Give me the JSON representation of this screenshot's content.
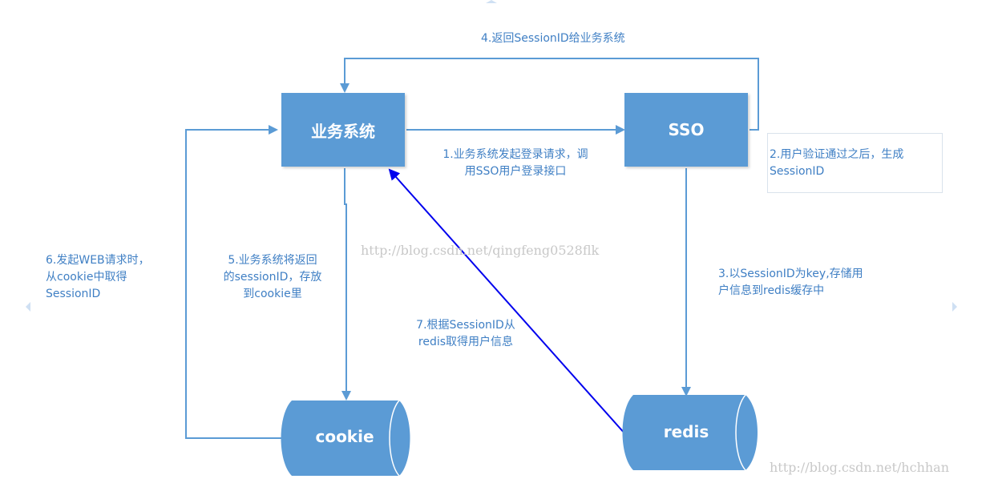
{
  "nodes": {
    "business": "业务系统",
    "sso": "SSO",
    "cookie": "cookie",
    "redis": "redis"
  },
  "steps": {
    "s1": [
      "1.业务系统发起登录请求，调",
      "用SSO用户登录接口"
    ],
    "s2": [
      "2.用户验证通过之后，生成",
      "SessionID"
    ],
    "s3": [
      "3.以SessionID为key,存储用",
      "户信息到redis缓存中"
    ],
    "s4": "4.返回SessionID给业务系统",
    "s5": [
      "5.业务系统将返回",
      "的sessionID，存放",
      "到cookie里"
    ],
    "s6": [
      "6.发起WEB请求时，",
      "从cookie中取得",
      "SessionID"
    ],
    "s7": [
      "7.根据SessionID从",
      "redis取得用户信息"
    ]
  },
  "watermarks": {
    "center": "http://blog.csdn.net/qingfeng0528flk",
    "corner": "http://blog.csdn.net/hchhan"
  },
  "colors": {
    "node_fill": "#5b9bd5",
    "connector": "#5b9bd5",
    "highlight_arrow": "#0000ee",
    "label_text": "#3f7fc4"
  }
}
